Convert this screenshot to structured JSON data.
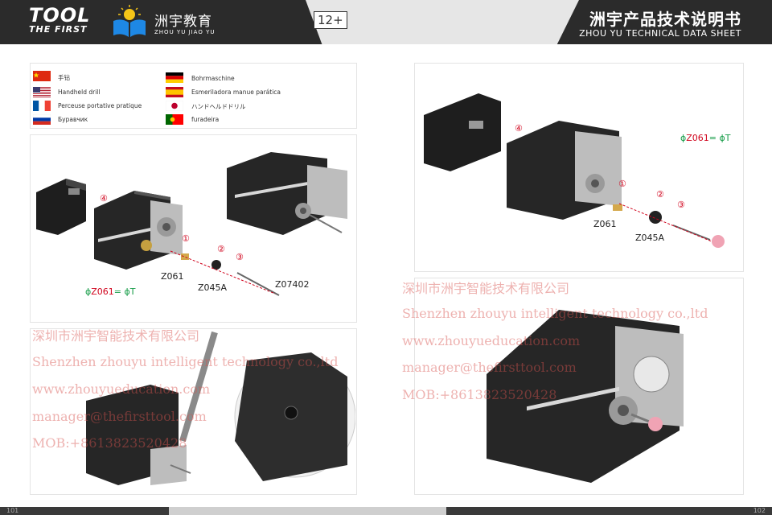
{
  "header": {
    "logo_line1": "TOOL",
    "logo_line2": "THE FIRST",
    "brand_cn": "洲宇教育",
    "brand_en": "ZHOU YU JIAO YU",
    "age_badge": "12+",
    "title_cn": "洲宇产品技术说明书",
    "title_en": "ZHOU YU TECHNICAL DATA SHEET"
  },
  "languages": [
    {
      "flag": "china-flag-icon",
      "label": "手钻"
    },
    {
      "flag": "usa-flag-icon",
      "label": "Handheld drill"
    },
    {
      "flag": "france-flag-icon",
      "label": "Perceuse portative pratique"
    },
    {
      "flag": "russia-flag-icon",
      "label": "Буравчик"
    },
    {
      "flag": "germany-flag-icon",
      "label": "Bohrmaschine"
    },
    {
      "flag": "spain-flag-icon",
      "label": "Esmeriladora manue parática"
    },
    {
      "flag": "japan-flag-icon",
      "label": "ハンドヘルドドリル"
    },
    {
      "flag": "portugal-flag-icon",
      "label": "furadeira"
    }
  ],
  "left_diagram": {
    "callouts": [
      "①",
      "②",
      "③",
      "④"
    ],
    "codes": [
      "Z061",
      "Z045A",
      "Z07402"
    ],
    "formula_prefix": "ϕ",
    "formula_code": "Z061",
    "formula_suffix": "= ϕT"
  },
  "right_diagram": {
    "callouts": [
      "①",
      "②",
      "③",
      "④"
    ],
    "codes": [
      "Z061",
      "Z045A"
    ],
    "formula_prefix": "ϕ",
    "formula_code": "Z061",
    "formula_suffix": "= ϕT"
  },
  "watermark": {
    "company_cn": "深圳市洲宇智能技术有限公司",
    "company_en": "Shenzhen zhouyu intelligent technology co.,ltd",
    "website": "www.zhouyueducation.com",
    "email": "manager@thefirsttool.com",
    "phone": "MOB:+8613823520428"
  },
  "footer": {
    "page_left": "101",
    "page_right": "102"
  },
  "colors": {
    "header_dark": "#2b2b2b",
    "callout_red": "#d0021b",
    "formula_green": "#1a9e4b",
    "watermark_red": "#d9534f"
  }
}
